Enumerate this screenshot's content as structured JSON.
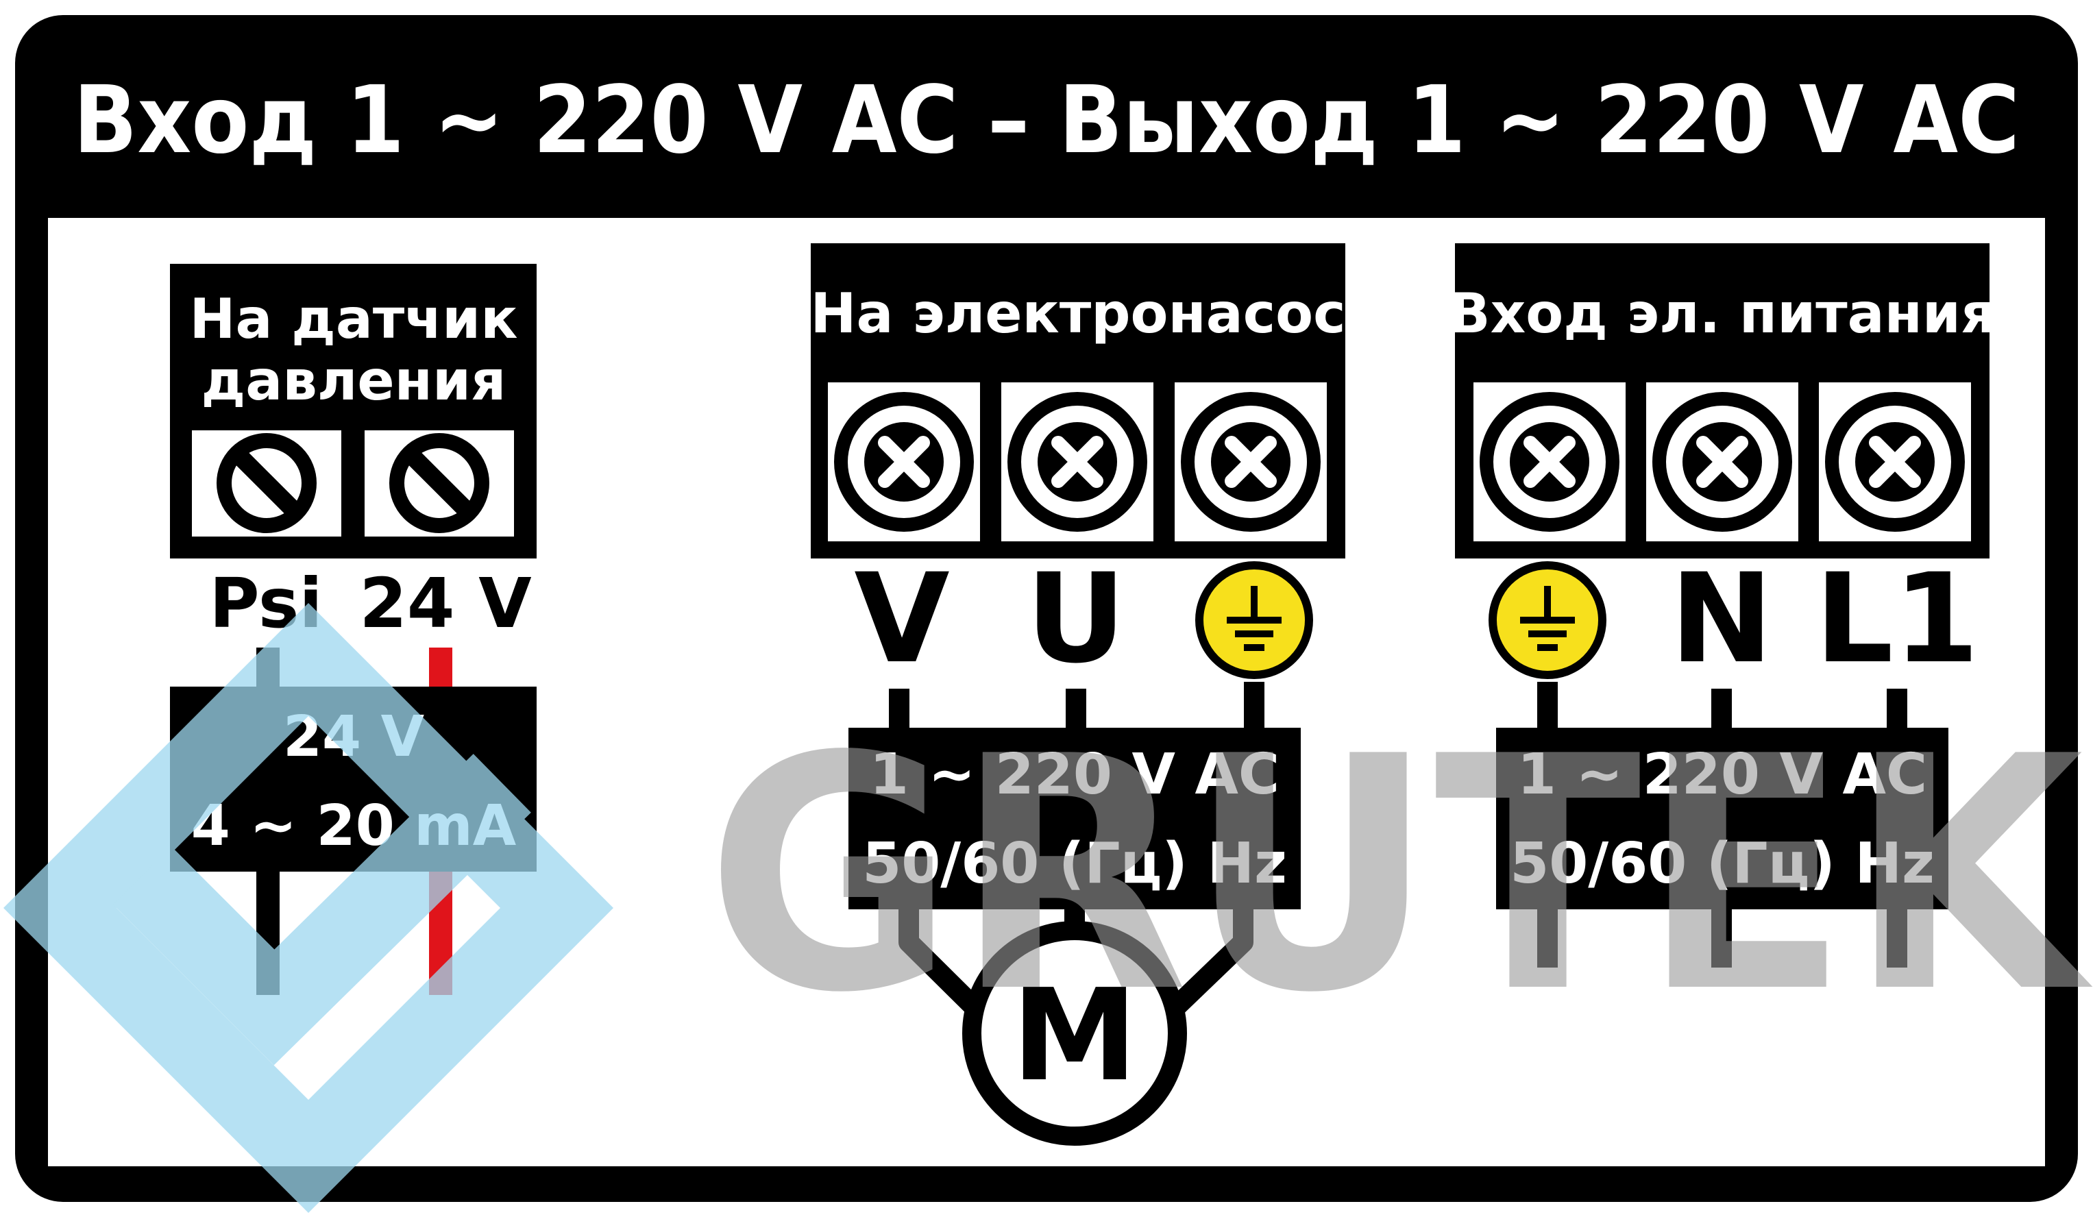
{
  "title": "Вход 1 ~ 220 V AC – Выход 1 ~ 220 V AC",
  "sensor": {
    "heading_line1": "На датчик",
    "heading_line2": "давления",
    "terminal_psi": "Psi",
    "terminal_24v": "24 V",
    "box_line1": "24 V",
    "box_line2": "4 ~ 20 mA"
  },
  "pump": {
    "heading": "На электронасос",
    "terminal_v": "V",
    "terminal_u": "U",
    "box_line1": "1 ~ 220 V AC",
    "box_line2": "50/60 (Гц) Hz",
    "motor_label": "M"
  },
  "power": {
    "heading": "Вход эл. питания",
    "terminal_n": "N",
    "terminal_l1": "L1",
    "box_line1": "1 ~ 220 V AC",
    "box_line2": "50/60 (Гц) Hz"
  },
  "watermark": "GRUTEK",
  "colors": {
    "frame": "#000000",
    "ground": "#f7e01c",
    "wire_24v": "#e0141b",
    "watermark_logo": "#9ed8ef"
  }
}
